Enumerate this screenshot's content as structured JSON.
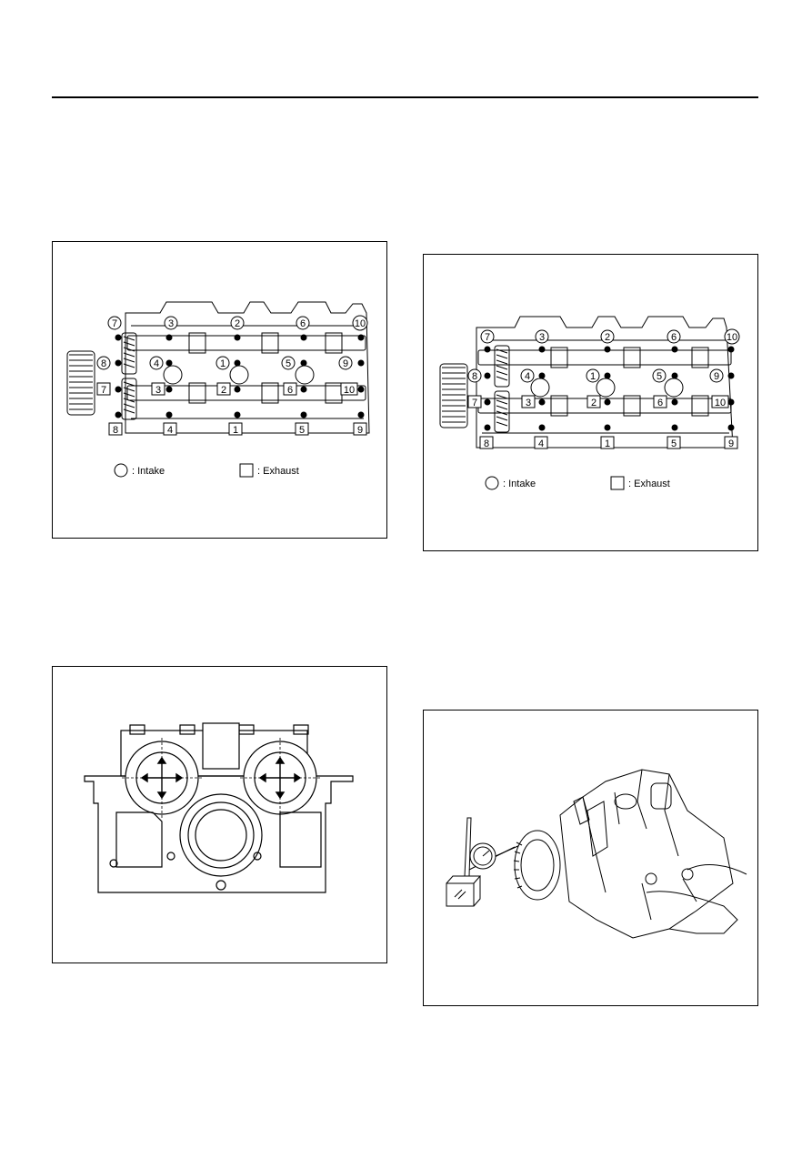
{
  "figures": {
    "fig1": {
      "top_numbers": [
        "7",
        "3",
        "2",
        "6",
        "10"
      ],
      "row2_left": "8",
      "row2_circles": [
        "4",
        "1",
        "5"
      ],
      "row2_right": "9",
      "row3_left": "7",
      "row3_squares": [
        "3",
        "2",
        "6"
      ],
      "row3_right": "10",
      "bottom_numbers": [
        "8",
        "4",
        "1",
        "5",
        "9"
      ],
      "legend_intake": ": Intake",
      "legend_exhaust": ": Exhaust"
    },
    "fig2": {
      "top_numbers": [
        "7",
        "3",
        "2",
        "6",
        "10"
      ],
      "row2_left": "8",
      "row2_circles": [
        "4",
        "1",
        "5"
      ],
      "row2_right": "9",
      "row3_left": "7",
      "row3_squares": [
        "3",
        "2",
        "6"
      ],
      "row3_right": "10",
      "bottom_numbers": [
        "8",
        "4",
        "1",
        "5",
        "9"
      ],
      "legend_intake": ": Intake",
      "legend_exhaust": ": Exhaust"
    }
  }
}
